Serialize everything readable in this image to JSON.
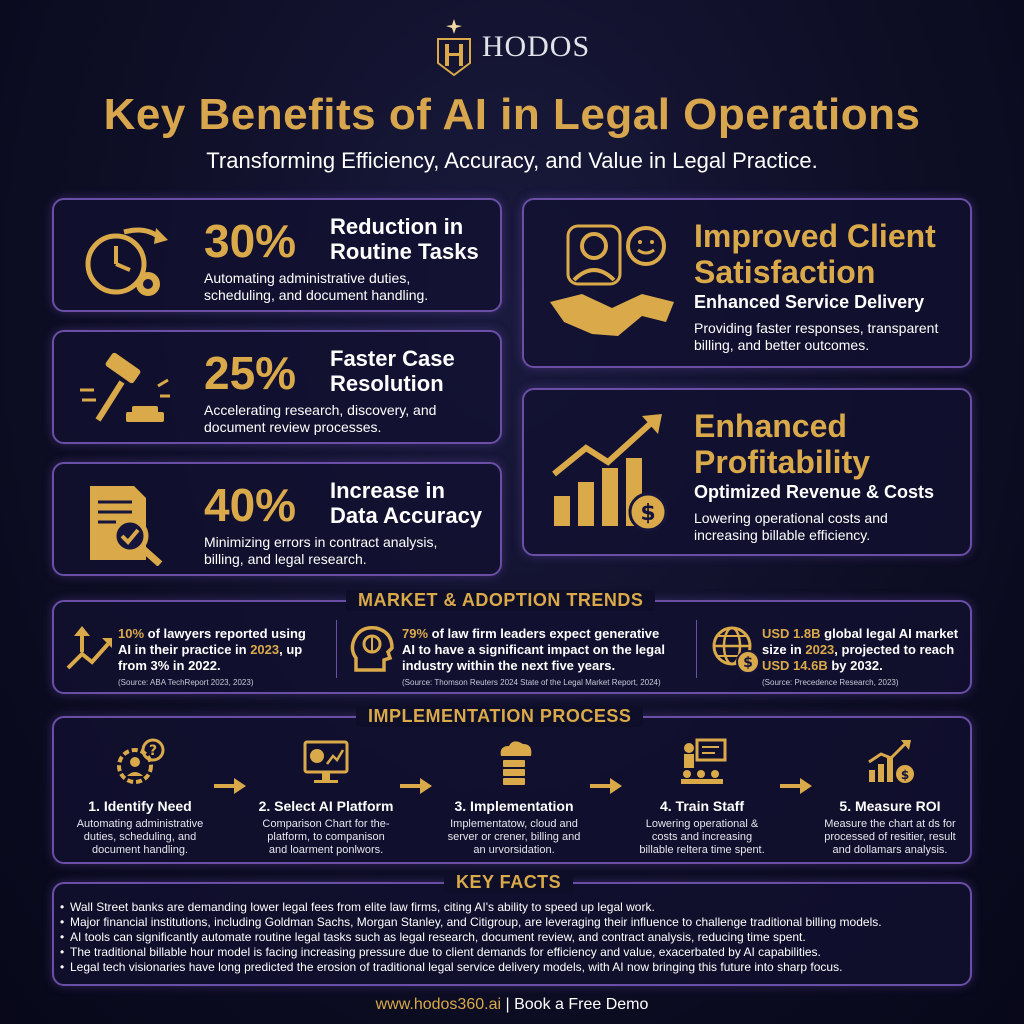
{
  "brand": {
    "name": "HODOS"
  },
  "header": {
    "title": "Key Benefits of AI in Legal Operations",
    "subtitle": "Transforming Efficiency, Accuracy, and Value in Legal Practice."
  },
  "stats": [
    {
      "value": "30%",
      "label_line1": "Reduction in",
      "label_line2": "Routine Tasks",
      "desc_line1": "Automating administrative duties,",
      "desc_line2": "scheduling, and document handling.",
      "icon": "clock-gear-icon"
    },
    {
      "value": "25%",
      "label_line1": "Faster Case",
      "label_line2": "Resolution",
      "desc_line1": "Accelerating research, discovery, and",
      "desc_line2": "document review processes.",
      "icon": "gavel-icon"
    },
    {
      "value": "40%",
      "label_line1": "Increase in",
      "label_line2": "Data Accuracy",
      "desc_line1": "Minimizing errors in contract analysis,",
      "desc_line2": "billing, and legal research.",
      "icon": "document-magnifier-icon"
    }
  ],
  "highlights": [
    {
      "title_line1": "Improved Client",
      "title_line2": "Satisfaction",
      "subtitle": "Enhanced Service Delivery",
      "desc_line1": "Providing faster responses, transparent",
      "desc_line2": "billing, and better outcomes.",
      "icon": "handshake-icon"
    },
    {
      "title_line1": "Enhanced",
      "title_line2": "Profitability",
      "subtitle": "Optimized Revenue & Costs",
      "desc_line1": "Lowering operational costs and",
      "desc_line2": "increasing billable efficiency.",
      "icon": "growth-chart-icon"
    }
  ],
  "market": {
    "title": "MARKET & ADOPTION TRENDS",
    "items": [
      {
        "hl1": "10%",
        "t1": " of lawyers reported using",
        "t2": "AI in their practice in ",
        "hl2": "2023",
        "t3": ", up",
        "t4": "from 3% in 2022.",
        "source": "(Source: ABA TechReport 2023, 2023)"
      },
      {
        "hl1": "79%",
        "t1": " of law firm leaders expect generative",
        "t2": "AI to have a significant impact on the legal",
        "t3": "industry within the next five years.",
        "source": "(Source: Thomson Reuters 2024 State of the Legal Market Report, 2024)"
      },
      {
        "hl1": "USD 1.8B",
        "t1": " global legal AI market",
        "t2": "size in ",
        "hl2": "2023",
        "t3": ", projected to reach",
        "hl3": "USD 14.6B",
        "t4": " by 2032.",
        "source": "(Source: Precedence Research, 2023)"
      }
    ]
  },
  "process": {
    "title": "IMPLEMENTATION PROCESS",
    "steps": [
      {
        "title": "1. Identify Need",
        "d1": "Automating administrative",
        "d2": "duties, scheduling, and",
        "d3": "document handling."
      },
      {
        "title": "2. Select AI Platform",
        "d1": "Comparison Chart for the-",
        "d2": "platform, to companison",
        "d3": "and loarment ponlwors."
      },
      {
        "title": "3. Implementation",
        "d1": "Implementatow, cloud and",
        "d2": "server or crener, billing and",
        "d3": "an urvorsidation."
      },
      {
        "title": "4. Train Staff",
        "d1": "Lowering operational &",
        "d2": "costs and increasing",
        "d3": "billable reltera time spent."
      },
      {
        "title": "5. Measure ROI",
        "d1": "Measure the chart at ds for",
        "d2": "processed of resitier, result",
        "d3": "and dollamars analysis."
      }
    ]
  },
  "facts": {
    "title": "KEY FACTS",
    "items": [
      "Wall Street banks are demanding lower legal fees from elite law firms, citing AI's ability to speed up legal work.",
      "Major financial institutions, including Goldman Sachs, Morgan Stanley, and Citigroup, are leveraging their influence to challenge traditional billing models.",
      "AI tools can significantly automate routine legal tasks such as legal research, document review, and contract analysis, reducing time spent.",
      "The traditional billable hour model is facing increasing pressure due to client demands for efficiency and value, exacerbated by AI capabilities.",
      "Legal tech visionaries have long predicted the erosion of traditional legal service delivery models, with AI now bringing this future into sharp focus."
    ]
  },
  "footer": {
    "url": "www.hodos360.ai",
    "separator": "|",
    "cta": "Book a Free Demo"
  },
  "colors": {
    "gold": "#d9a94a",
    "border": "#6b4fa6",
    "background": "#0d0d24"
  }
}
